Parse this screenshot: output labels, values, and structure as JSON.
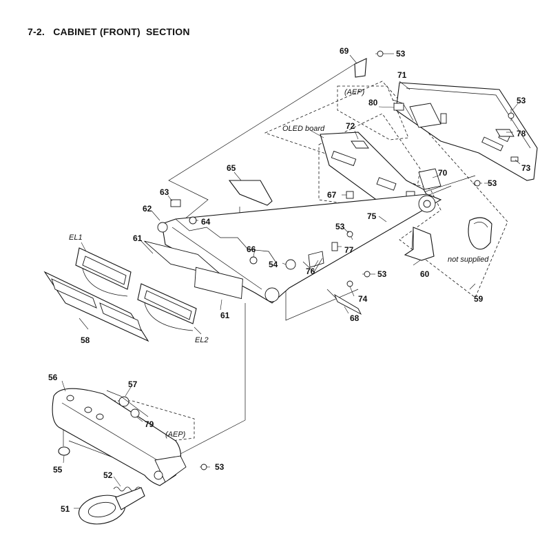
{
  "header": {
    "title": "7-2.   CABINET (FRONT)  SECTION"
  },
  "labels": {
    "p51": "51",
    "p52": "52",
    "p53": "53",
    "p54": "54",
    "p55": "55",
    "p56": "56",
    "p57": "57",
    "p58": "58",
    "p59": "59",
    "p60": "60",
    "p61": "61",
    "p62": "62",
    "p63": "63",
    "p64": "64",
    "p65": "65",
    "p66": "66",
    "p67": "67",
    "p68": "68",
    "p69": "69",
    "p70": "70",
    "p71": "71",
    "p72": "72",
    "p73": "73",
    "p74": "74",
    "p75": "75",
    "p76": "76",
    "p77": "77",
    "p78": "78",
    "p79": "79",
    "p80": "80"
  },
  "notes": {
    "el1": "EL1",
    "el2": "EL2",
    "oled_board": "OLED board",
    "aep": "(AEP)",
    "not_supplied": "not supplied"
  }
}
